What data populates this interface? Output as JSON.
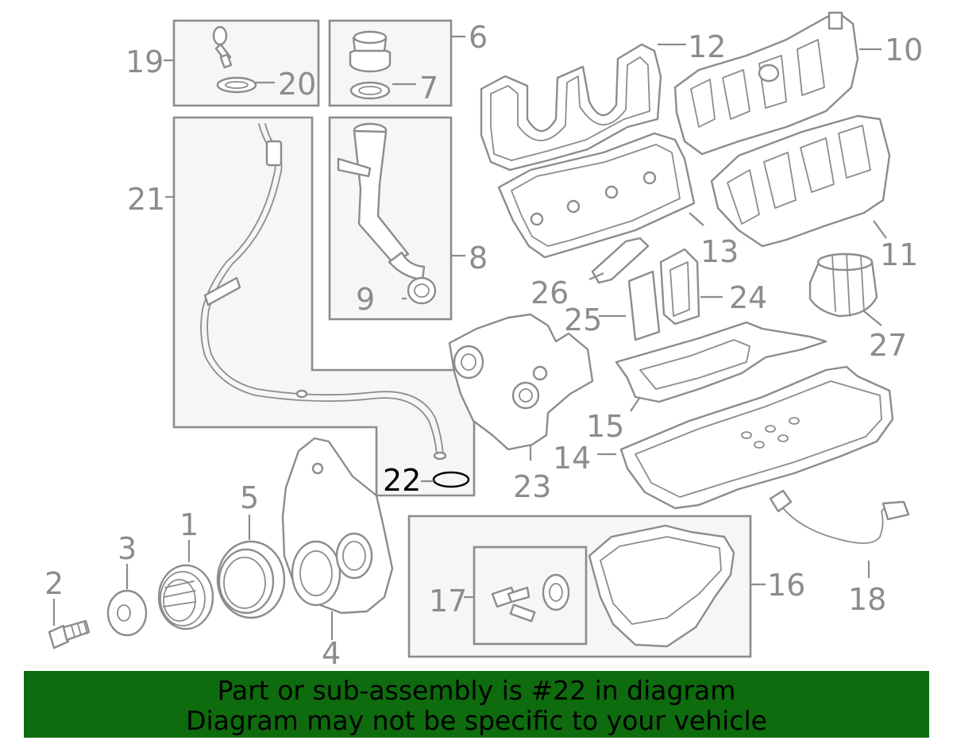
{
  "diagram": {
    "highlighted_part": "22",
    "callouts": {
      "c1": "1",
      "c2": "2",
      "c3": "3",
      "c4": "4",
      "c5": "5",
      "c6": "6",
      "c7": "7",
      "c8": "8",
      "c9": "9",
      "c10": "10",
      "c11": "11",
      "c12": "12",
      "c13": "13",
      "c14": "14",
      "c15": "15",
      "c16": "16",
      "c17": "17",
      "c18": "18",
      "c19": "19",
      "c20": "20",
      "c21": "21",
      "c22": "22",
      "c23": "23",
      "c24": "24",
      "c25": "25",
      "c26": "26",
      "c27": "27"
    },
    "colors": {
      "line": "#8c8c8c",
      "highlight": "#000000",
      "banner": "#0e6b0e"
    }
  },
  "banner": {
    "line1": "Part or sub-assembly is #22 in diagram",
    "line2": "Diagram may not be specific to your vehicle"
  }
}
